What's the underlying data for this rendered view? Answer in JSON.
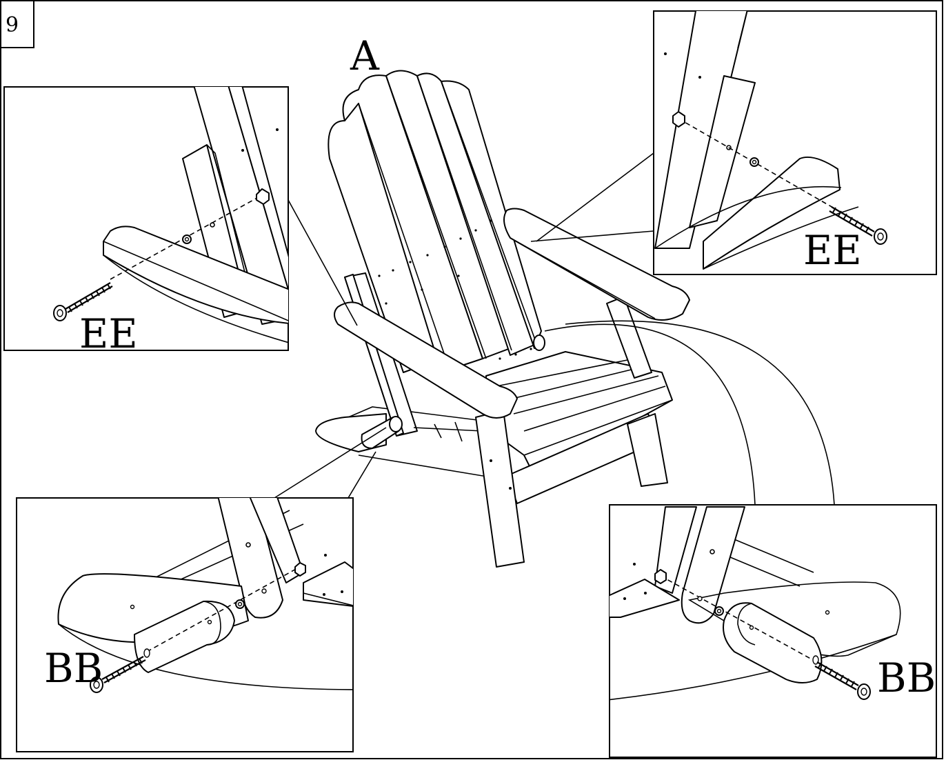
{
  "step": {
    "number": "9"
  },
  "labels": {
    "chair": "A",
    "screw_top_left": "EE",
    "screw_top_right": "EE",
    "bolt_bottom_left": "BB",
    "bolt_bottom_right": "BB"
  }
}
